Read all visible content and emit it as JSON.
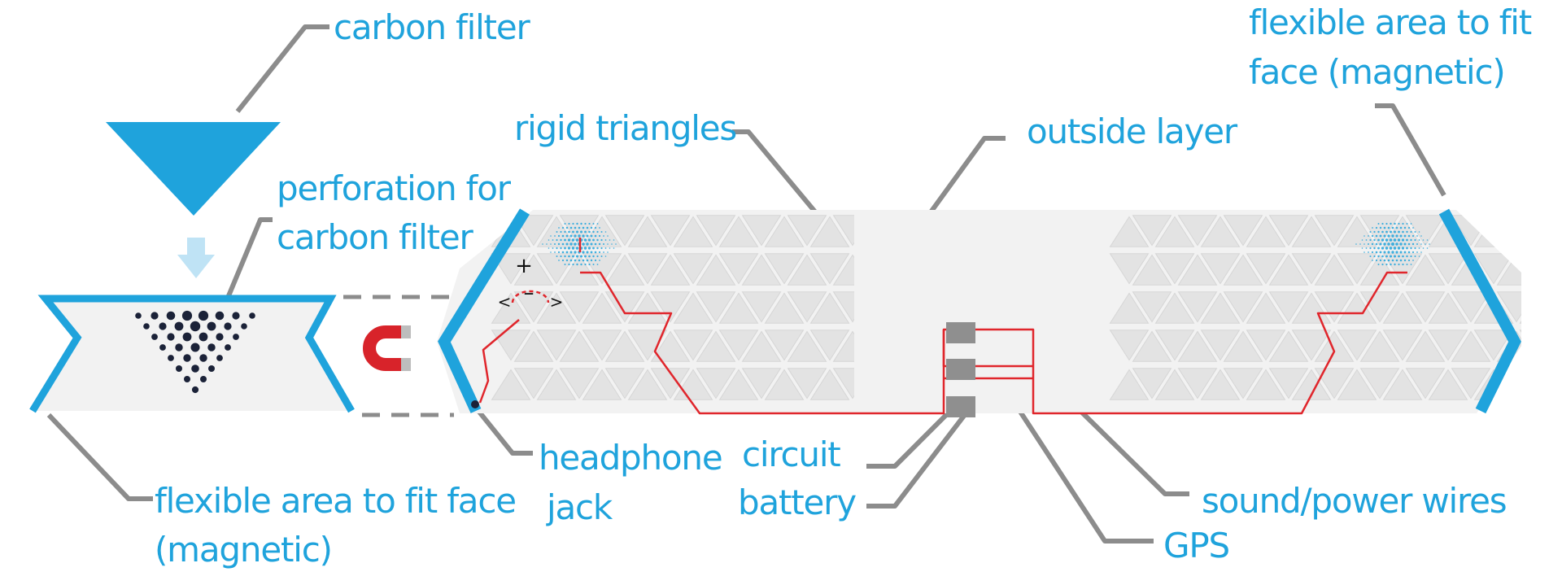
{
  "colors": {
    "accent_blue": "#1fa3dc",
    "light_blue": "#bfe3f5",
    "wire_red": "#e0262c",
    "leader_gray": "#8c8c8c",
    "panel_fill": "#f2f2f2",
    "triangle_fill": "#e3e3e3",
    "dot_dark": "#1b2238",
    "module_gray": "#8f8f8f",
    "magnet_red": "#d8232a"
  },
  "labels": {
    "carbon_filter": "carbon filter",
    "perforation_line1": "perforation for",
    "perforation_line2": "carbon filter",
    "rigid_triangles": "rigid triangles",
    "outside_layer": "outside layer",
    "flex_right_line1": "flexible area to fit",
    "flex_right_line2": "face (magnetic)",
    "flex_left_line1": "flexible area to fit face",
    "flex_left_line2": "(magnetic)",
    "headphone_line1": "headphone",
    "headphone_line2": "jack",
    "circuit": "circuit",
    "battery": "battery",
    "sound_power": "sound/power wires",
    "gps": "GPS"
  },
  "controls": {
    "plus": "+",
    "minus": "–",
    "left": "<",
    "right": ">"
  },
  "icons": {
    "filter": "inverted-triangle-filter-icon",
    "arrow": "down-arrow-icon",
    "magnet": "horseshoe-magnet-icon"
  }
}
